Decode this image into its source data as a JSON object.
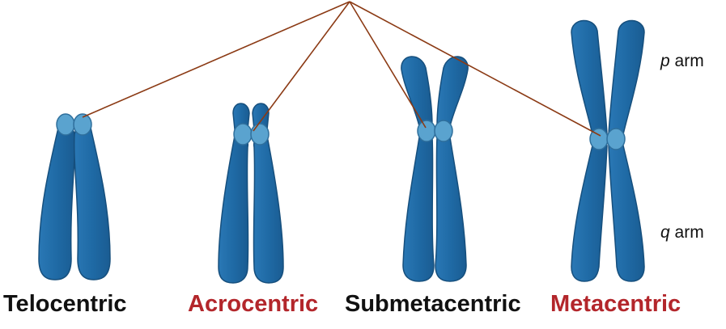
{
  "colors": {
    "chromatid": "#1f6aa5",
    "chromatid_outline": "#164f7d",
    "centromere": "#5aa3cf",
    "centromere_outline": "#2f6f9c",
    "pointer_line": "#8b3a14",
    "label_dark": "#111111",
    "label_red": "#b3262b"
  },
  "arm_labels": {
    "p": {
      "symbol": "p",
      "text": " arm"
    },
    "q": {
      "symbol": "q",
      "text": " arm"
    }
  },
  "chromosomes": [
    {
      "type": "Telocentric",
      "label_color": "#111111"
    },
    {
      "type": "Acrocentric",
      "label_color": "#b3262b"
    },
    {
      "type": "Submetacentric",
      "label_color": "#111111"
    },
    {
      "type": "Metacentric",
      "label_color": "#b3262b"
    }
  ]
}
